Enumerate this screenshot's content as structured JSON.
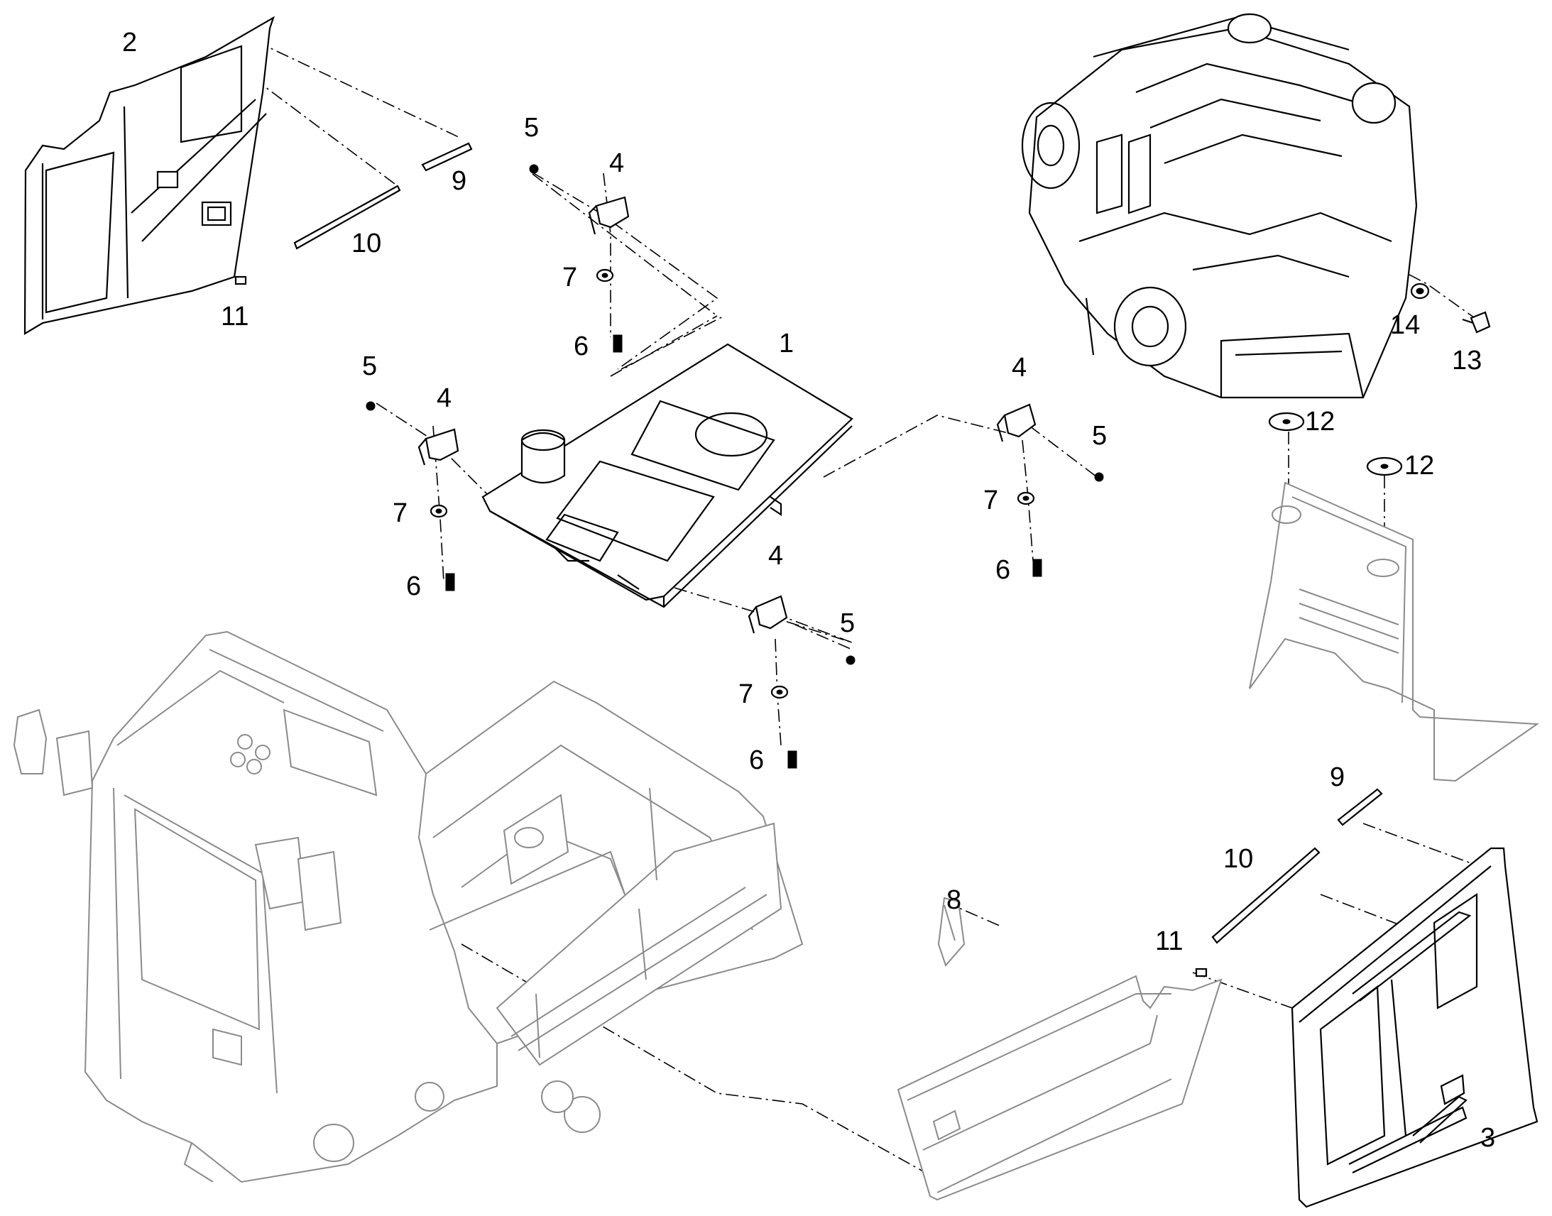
{
  "callouts": {
    "c1": "1",
    "c2": "2",
    "c3": "3",
    "c4a": "4",
    "c4b": "4",
    "c4c": "4",
    "c4d": "4",
    "c5a": "5",
    "c5b": "5",
    "c5c": "5",
    "c5d": "5",
    "c6a": "6",
    "c6b": "6",
    "c6c": "6",
    "c6d": "6",
    "c7a": "7",
    "c7b": "7",
    "c7c": "7",
    "c7d": "7",
    "c8": "8",
    "c9a": "9",
    "c9b": "9",
    "c10a": "10",
    "c10b": "10",
    "c11a": "11",
    "c11b": "11",
    "c12a": "12",
    "c12b": "12",
    "c13": "13",
    "c14": "14"
  },
  "colors": {
    "line": "#000000",
    "ghost_part": "#8a8a8a",
    "background": "#ffffff"
  }
}
